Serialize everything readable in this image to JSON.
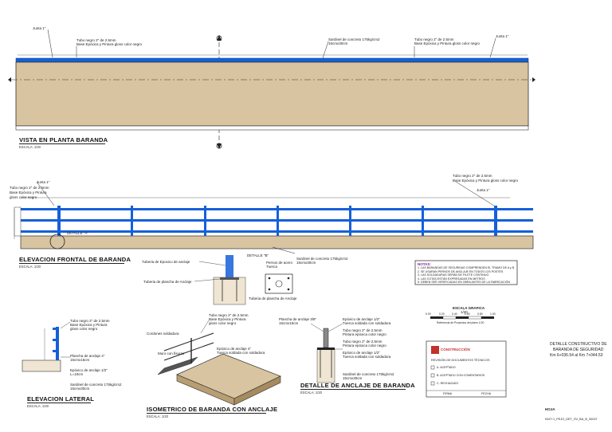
{
  "plan": {
    "title": "VISTA EN PLANTA BARANDA",
    "scale": "ESCALA: 1/20",
    "label_junta_left": "Junta 1\"",
    "label_junta_right": "Junta 1\"",
    "label_tubo_1": "Tubo negro 2\" de 2.5mm",
    "label_base_1": "Base Epóxica y Pintura gloss color negro",
    "label_sardinel": "Sardinel de concreto 175kg/cm2",
    "label_sardinel_dim": "15cmx30cm",
    "label_tubo_2": "Tubo negro 2\" de 2.5mm",
    "label_base_2": "Base Epóxica y Pintura gloss color negro"
  },
  "front": {
    "title": "ELEVACION FRONTAL DE BARANDA",
    "scale": "ESCALA: 1/20",
    "label_junta_left": "Junta 1\"",
    "label_tubo_left": "Tubo negro 2\" de 2.5mm",
    "label_base_left": "Base Epóxica y Pintura",
    "label_gloss_left": "gloss color negro",
    "label_tubo_right": "Tubo negro 2\" de 2.5mm",
    "label_base_right": "Base Epóxica y Pintura gloss color negro",
    "label_junta_right": "Junta 1\"",
    "label_sardinel": "Sardinel de concreto 175kg/cm2",
    "label_sardinel_dim": "15cmx30cm",
    "label_detalle_a": "DETALLE \"A\"",
    "label_detalle_b": "DETALLE \"B\""
  },
  "anchor_detail_small": {
    "label_tubo_epoxi": "Tuberia de Epoxico de anclaje",
    "label_plancha": "Tuberia de plancha de Anclaje",
    "label_arandela": "Pernos de acero",
    "label_tuerca": "Tuerca",
    "label_bottom": "Tuberia de plancha de Anclaje"
  },
  "notes": {
    "heading": "NOTAS:",
    "line1": "1. LAS BARANDAS DE SEGURIDAD COMPRENDEN EL TRAMO DE A y B",
    "line2": "2. SE USARÁN PERNOS DE ANCLAJE EN TODOS LOS POSTES",
    "line3": "3. LAS SOLDADURAS SERÁN DE FILETE CONTINUO",
    "line4": "4. LAS COTAS ESTÁN EXPRESADAS EN METROS",
    "line5": "5. DEBEN SER VERIFICADAS EN OBRA ANTES DE LA FABRICACIÓN"
  },
  "lateral": {
    "title": "ELEVACION LATERAL",
    "scale": "ESCALA: 1/20",
    "label_tubo": "Tubo negro 2\" de 2.5mm",
    "label_base": "Base Epóxica y Pintura",
    "label_gloss": "gloss color negro",
    "label_plancha": "Plancha de anclaje 4\"",
    "label_plancha_dim": "15cmx15cm",
    "label_epoxi": "Epóxico de anclaje 1/2\"",
    "label_epoxi_dim": "L=10cm",
    "label_sardinel": "Sardinel de concreto 175kg/cm2",
    "label_sardinel_dim": "15cmx30cm"
  },
  "isometric": {
    "title": "ISOMETRICO DE BARANDA CON ANCLAJE",
    "scale": "ESCALA: 1/20",
    "label_tubo": "Tubo negro 2\" de 2.5mm",
    "label_base": "Base Epóxica y Pintura",
    "label_gloss": "gloss color negro",
    "label_cordon": "Cordones soldadura",
    "label_muro": "Muro con fisuras",
    "label_epoxi": "Epóxico de anclaje 4\"",
    "label_tuerca": "Tuerca soldada con soldadura"
  },
  "anchor_detail": {
    "title": "DETALLE DE ANCLAJE DE BARANDA",
    "scale": "ESCALA: 1/20",
    "label_plancha": "Plancha de anclaje 3/8\"",
    "label_plancha_dim": "15cmx15cm",
    "label_epoxi_top": "Epóxico de anclaje 1/2\"",
    "label_tuerca_top": "Tuerca soldada con soldadura",
    "label_tubo_1": "Tubo negro 2\" de 2.5mm",
    "label_pintura_1": "Pintura epóxica color negro",
    "label_tubo_2": "Tubo negro 2\" de 2.5mm",
    "label_pintura_2": "Pintura epóxica color negro",
    "label_epoxi_bottom": "Epóxico de anclaje 1/2\"",
    "label_tuerca_bottom": "Tuerca soldada con soldadura",
    "label_sardinel": "Sardinel de concreto 175kg/cm2",
    "label_sardinel_dim": "15cmx30cm"
  },
  "graphic_scale": {
    "title": "ESCALA GRAFICA",
    "ratio": "1/20",
    "tick_labels": [
      "0.00",
      "0.20",
      "0.40",
      "0.60",
      "0.80",
      "1.00"
    ],
    "caption": "Referencia de Proyectos del plano 1/20"
  },
  "stamp": {
    "brand": "CONSTRUCCIÓN",
    "heading": "REVISIÓN DE DOCUMENTOS TÉCNICOS",
    "option_a": "A. ACEPTADO",
    "option_b": "B. ACEPTADO CON COMENTARIOS",
    "option_c": "C. RECHAZADO",
    "footer_left": "FIRMA",
    "footer_right": "FECHA"
  },
  "title_block": {
    "line1": "DETALLE CONSTRUCTIVO DE",
    "line2": "BARANDA DE SEGURIDAD",
    "line3": "Km 6+036.54 al Km 7+044.53"
  },
  "sheet": {
    "label": "HOJA",
    "code": "KM7+1_PEJO_DET_SV_BA_B_00037"
  },
  "colors": {
    "rail_blue": "#1560d8",
    "concrete": "#d8c4a0",
    "line": "#222222"
  }
}
